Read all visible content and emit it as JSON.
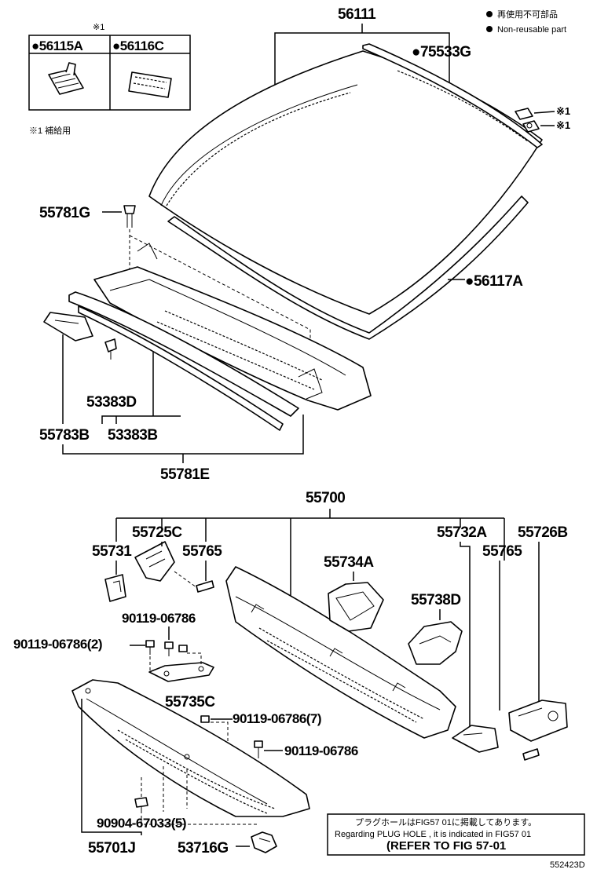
{
  "legend": {
    "non_reusable_jp": "再使用不可部品",
    "non_reusable_en": "Non-reusable part",
    "supply_note_mark": "※1",
    "supply_note": "※1 補給用"
  },
  "parts": {
    "p56111": "56111",
    "p56115A": "●56115A",
    "p56116C": "●56116C",
    "p75533G": "●75533G",
    "p55781G": "55781G",
    "p56117A": "●56117A",
    "p53383D": "53383D",
    "p55783B": "55783B",
    "p53383B": "53383B",
    "p55781E": "55781E",
    "p55700": "55700",
    "p55725C": "55725C",
    "p55731": "55731",
    "p55765_left": "55765",
    "p55732A": "55732A",
    "p55726B": "55726B",
    "p55765_right": "55765",
    "p55734A": "55734A",
    "p55738D": "55738D",
    "p90119_06786_a": "90119-06786",
    "p90119_06786_2": "90119-06786(2)",
    "p55735C": "55735C",
    "p90119_06786_7": "90119-06786(7)",
    "p90119_06786_b": "90119-06786",
    "p90904_67033_5": "90904-67033(5)",
    "p55701J": "55701J",
    "p53716G": "53716G",
    "mark1_a": "※1",
    "mark1_b": "※1"
  },
  "refer_box": {
    "line1": "プラグホールはFIG57 01に掲載してあります。",
    "line2": "Regarding PLUG HOLE , it is indicated in FIG57 01",
    "line3": "(REFER TO FIG 57-01"
  },
  "figure_id": "552423D"
}
